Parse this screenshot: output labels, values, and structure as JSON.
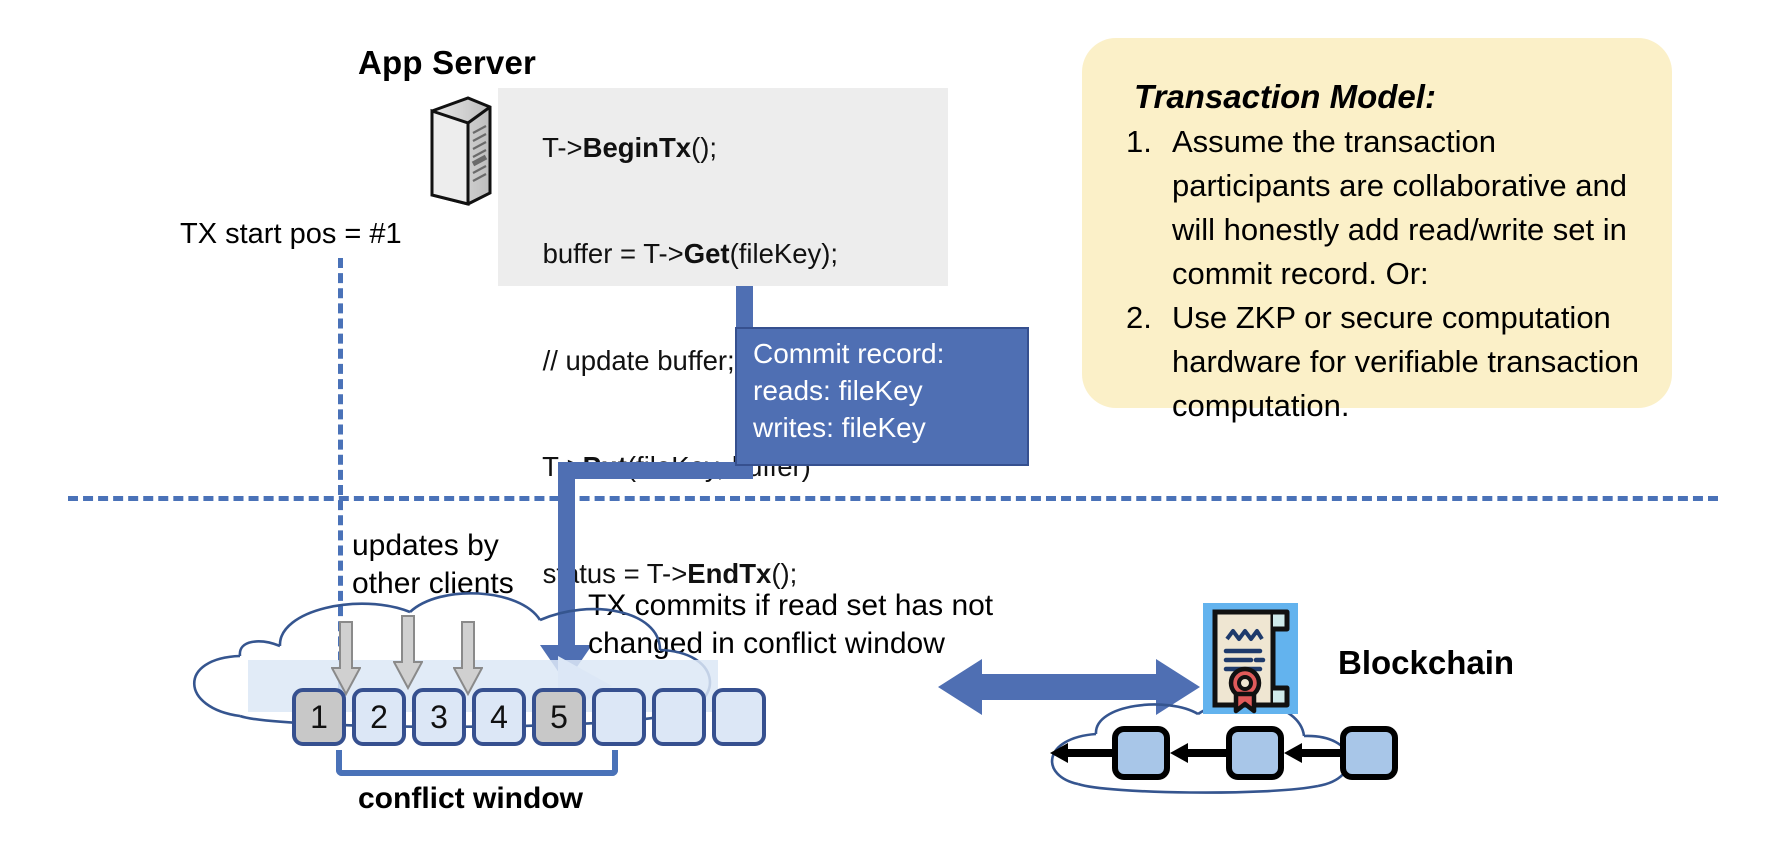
{
  "app_server": {
    "title": "App Server",
    "icon": "server-tower-icon",
    "code_lines": [
      {
        "plain1": "T->",
        "bold": "BeginTx",
        "plain2": "();"
      },
      {
        "plain1": "buffer = T->",
        "bold": "Get",
        "plain2": "(fileKey);"
      },
      {
        "plain1": "// update buffer;",
        "bold": "",
        "plain2": ""
      },
      {
        "plain1": "T->",
        "bold": "Put",
        "plain2": "(fileKey, buffer)"
      },
      {
        "plain1": "status = T->",
        "bold": "EndTx",
        "plain2": "();"
      }
    ]
  },
  "commit_record": {
    "title": "Commit record:",
    "reads": "reads: fileKey",
    "writes": "writes: fileKey",
    "fill_color": "#4f6fb3",
    "text_color": "#ffffff"
  },
  "annotations": {
    "tx_start_pos": "TX start pos = #1",
    "updates_line1": "updates by",
    "updates_line2": "other clients",
    "tx_commits_line1": "TX commits if read set has not",
    "tx_commits_line2": "changed in conflict window",
    "conflict_window": "conflict window",
    "blockchain": "Blockchain"
  },
  "ledger": {
    "blocks": [
      {
        "label": "1",
        "shaded": true
      },
      {
        "label": "2",
        "shaded": false
      },
      {
        "label": "3",
        "shaded": false
      },
      {
        "label": "4",
        "shaded": false
      },
      {
        "label": "5",
        "shaded": true
      },
      {
        "label": "",
        "shaded": false
      },
      {
        "label": "",
        "shaded": false
      },
      {
        "label": "",
        "shaded": false
      }
    ],
    "block_fill": "#dce7f6",
    "block_shaded_fill": "#c8c8c8",
    "block_border": "#36508f",
    "update_arrow_count": 3
  },
  "blockchain": {
    "block_count": 3,
    "block_fill": "#a8c6e8",
    "cert_icon": "certificate-contract-icon"
  },
  "transaction_model": {
    "title": "Transaction Model:",
    "items": [
      {
        "num": "1.",
        "text": "Assume the transaction participants are collaborative and will honestly add read/write set in commit record.  Or:"
      },
      {
        "num": "2.",
        "text": "Use ZKP or secure computation hardware for verifiable transaction computation."
      }
    ],
    "background": "#fbf0c8"
  },
  "theme": {
    "accent_blue": "#4f6fb3",
    "dashed_blue": "#4a72b8",
    "code_bg": "#ededed"
  }
}
